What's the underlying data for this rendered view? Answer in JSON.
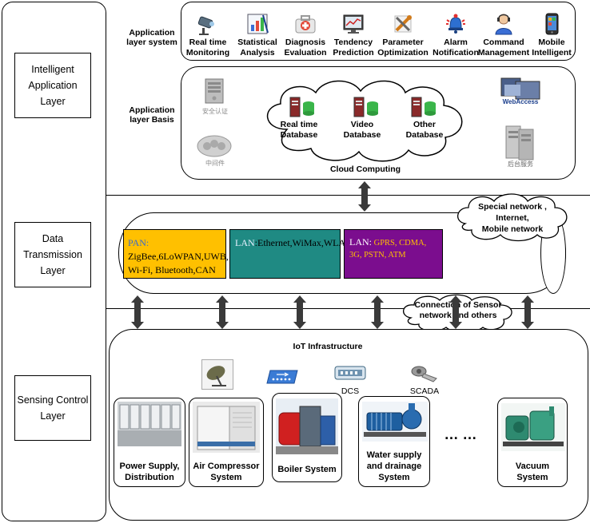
{
  "layers": {
    "application": "Intelligent Application Layer",
    "transmission": "Data Transmission Layer",
    "sensing": "Sensing Control Layer"
  },
  "app_system": {
    "label": "Application layer system",
    "items": [
      {
        "icon": "monitoring-camera-icon",
        "label1": "Real time",
        "label2": "Monitoring"
      },
      {
        "icon": "statistics-chart-icon",
        "label1": "Statistical",
        "label2": "Analysis"
      },
      {
        "icon": "diagnosis-toolbox-icon",
        "label1": "Diagnosis",
        "label2": "Evaluation"
      },
      {
        "icon": "tendency-monitor-icon",
        "label1": "Tendency",
        "label2": "Prediction"
      },
      {
        "icon": "parameter-tools-icon",
        "label1": "Parameter",
        "label2": "Optimization"
      },
      {
        "icon": "alarm-bell-icon",
        "label1": "Alarm",
        "label2": "Notification"
      },
      {
        "icon": "command-operator-icon",
        "label1": "Command",
        "label2": "Management"
      },
      {
        "icon": "mobile-phone-icon",
        "label1": "Mobile",
        "label2": "Intelligent"
      }
    ]
  },
  "app_basis": {
    "label": "Application layer Basis",
    "side_left_top": "安全认证",
    "side_left_bottom": "中间件",
    "side_right_top": "WebAccess",
    "side_right_bottom": "后台服务",
    "databases": [
      {
        "label1": "Real time",
        "label2": "Database"
      },
      {
        "label1": "Video",
        "label2": "Database"
      },
      {
        "label1": "Other",
        "label2": "Database"
      }
    ],
    "cloud_label": "Cloud Computing"
  },
  "network": {
    "special_cloud": [
      "Special network ,",
      "Internet,",
      "Mobile network"
    ],
    "pan": {
      "prefix": "PAN:",
      "text": " ZigBee,6LoWPAN,UWB, Wi-Fi, Bluetooth,CAN",
      "color": "#FFC000"
    },
    "lan1": {
      "prefix": "LAN",
      "text": ":Ethernet,WiMax,WLAN",
      "color": "#1F8A83"
    },
    "lan2": {
      "prefix": "LAN:",
      "text": " GPRS, CDMA, 3G, PSTN, ATM",
      "color": "#7B0D8E"
    },
    "sensor_cloud": [
      "Connection of Sensor",
      "network and others"
    ]
  },
  "iot": {
    "title": "IoT Infrastructure",
    "small_devices": [
      {
        "icon": "antenna-dish-icon",
        "label": ""
      },
      {
        "icon": "network-switch-icon",
        "label": ""
      },
      {
        "icon": "dcs-device-icon",
        "label": "DCS"
      },
      {
        "icon": "scada-device-icon",
        "label": "SCADA"
      }
    ],
    "systems": [
      {
        "label1": "Power Supply,",
        "label2": "Distribution"
      },
      {
        "label1": "Air Compressor",
        "label2": "System"
      },
      {
        "label1": "Boiler System",
        "label2": ""
      },
      {
        "label1": "Water supply",
        "label2": "and drainage",
        "label3": "System"
      },
      {
        "label1": "Vacuum",
        "label2": "System"
      }
    ],
    "ellipsis": "… …"
  }
}
